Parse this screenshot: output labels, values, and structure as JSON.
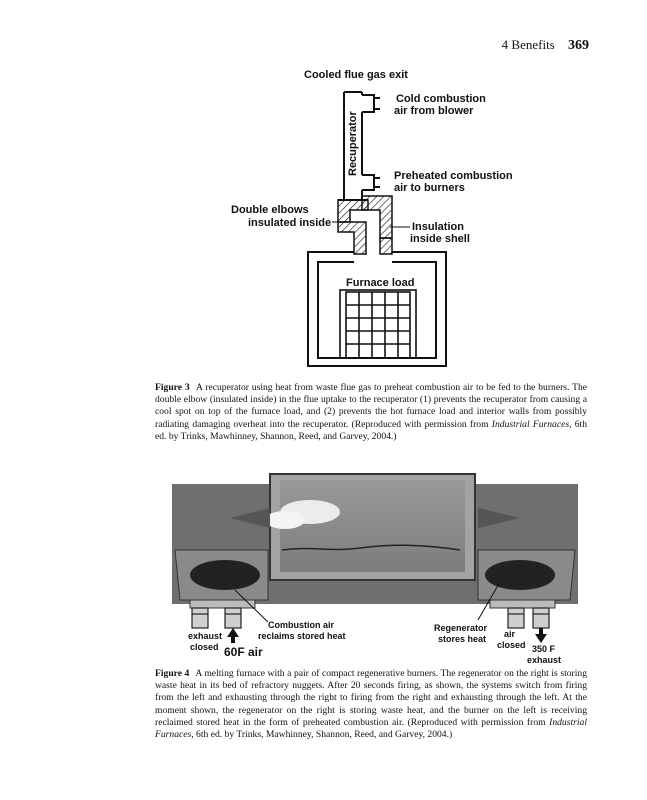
{
  "header": {
    "section": "4  Benefits",
    "page_number": "369"
  },
  "figure3": {
    "labels": {
      "exit": "Cooled flue gas exit",
      "cold_air_1": "Cold combustion",
      "cold_air_2": "air from blower",
      "recuperator": "Recuperator",
      "preheated_1": "Preheated combustion",
      "preheated_2": "air to burners",
      "elbows_1": "Double elbows",
      "elbows_2": "insulated inside",
      "insulation_1": "Insulation",
      "insulation_2": "inside shell",
      "load": "Furnace load"
    },
    "caption": {
      "label": "Figure 3",
      "text_before": "A recuperator using heat from waste flue gas to preheat combustion air to be fed to the burners. The double elbow (insulated inside) in the flue uptake to the recuperator (1) prevents the recuperator from causing a cool spot on top of the furnace load, and (2) prevents the hot furnace load and interior walls from possibly radiating damaging overheat into the recuperator. (Reproduced with permission from ",
      "book": "Industrial Furnaces,",
      "text_after": " 6th ed. by Trinks, Mawhinney, Shannon, Reed, and Garvey, 2004.)"
    }
  },
  "figure4": {
    "labels": {
      "exhaust_closed_1": "exhaust",
      "exhaust_closed_2": "closed",
      "air_in": "60F air",
      "combustion_1": "Combustion air",
      "combustion_2": "reclaims stored heat",
      "regenerator_1": "Regenerator",
      "regenerator_2": "stores heat",
      "air_closed_1": "air",
      "air_closed_2": "closed",
      "exhaust_out_1": "350 F",
      "exhaust_out_2": "exhaust"
    },
    "caption": {
      "label": "Figure 4",
      "text_before": "A melting furnace with a pair of compact regenerative burners. The regenerator on the right is storing waste heat in its bed of refractory nuggets. After 20 seconds firing, as shown, the systems switch from firing from the left and exhausting through the right to firing from the right and exhausting through the left. At the moment shown, the regenerator on the right is storing waste heat, and the burner on the left is receiving reclaimed stored heat in the form of preheated combustion air. (Reproduced with permission from ",
      "book": "Industrial Furnaces,",
      "text_after": " 6th ed. by Trinks, Mawhinney, Shannon, Reed, and Garvey, 2004.)"
    }
  }
}
